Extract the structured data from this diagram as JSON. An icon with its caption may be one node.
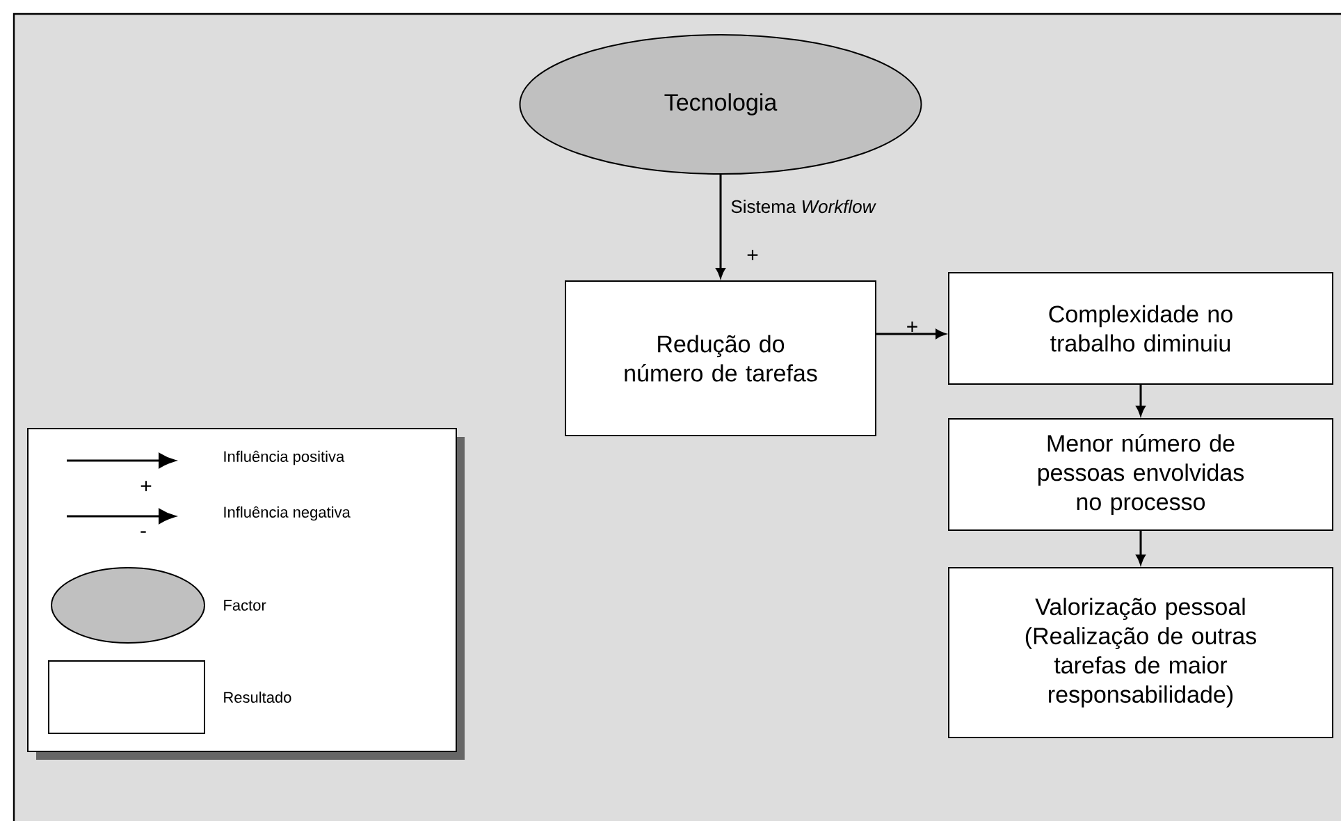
{
  "diagram": {
    "nodes": [
      {
        "text": [
          "Tecnologia"
        ]
      },
      {
        "text": [
          "Redução do número de tarefas"
        ]
      },
      {
        "text": [
          "Complexidade no trabalho diminuiu"
        ]
      },
      {
        "text": [
          "Menor número de pessoas envolvidas no processo"
        ]
      },
      {
        "text": [
          "Valorização pessoal (Realização de outras tarefas de maior responsabilidade)"
        ]
      }
    ],
    "edges": [
      {
        "from": 0,
        "to": 1,
        "arrow": "to",
        "label": "Sistema *Workflow*"
      },
      {
        "from": 1,
        "to": 2,
        "arrow": "to",
        "label": "+"
      },
      {
        "from": 2,
        "to": 3,
        "arrow": "to"
      },
      {
        "from": 3,
        "to": 4,
        "arrow": "to"
      }
    ],
    "labels": [
      "+",
      "+",
      "-"
    ],
    "legend": [
      {
        "text": "Influência positiva"
      },
      {
        "text": "Influência negativa"
      },
      {
        "text": "Factor"
      },
      {
        "text": "Resultado"
      }
    ]
  }
}
